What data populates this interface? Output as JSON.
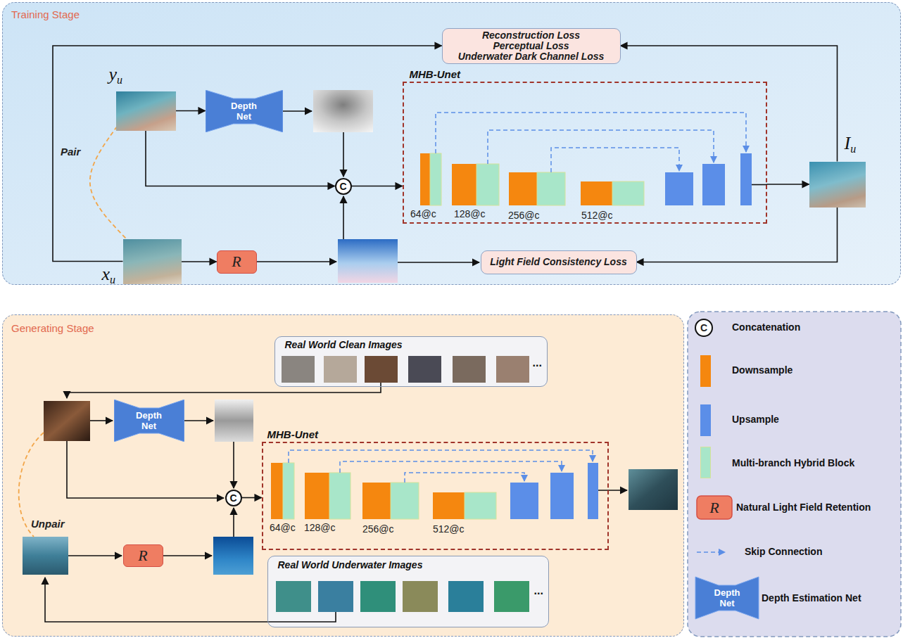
{
  "diagram": {
    "nodes": [
      {
        "text": [
          "Training Stage"
        ]
      },
      {
        "text": [
          "Reconstruction Loss",
          "Perceptual Loss",
          "Underwater Dark Channel Loss"
        ],
        "in": 0
      },
      {
        "text": [
          "yu"
        ],
        "in": 0
      },
      {
        "text": [
          "Depth Net"
        ],
        "in": 0
      },
      {
        "text": [
          "MHB-Unet"
        ],
        "in": 0
      },
      {
        "text": [
          "C"
        ],
        "in": 0
      },
      {
        "text": [
          "Iu"
        ],
        "in": 0
      },
      {
        "text": [
          "xu"
        ],
        "in": 0
      },
      {
        "text": [
          "R"
        ],
        "in": 0
      },
      {
        "text": [
          "Light Field Consistency Loss"
        ],
        "in": 0
      },
      {
        "text": [
          "Generating Stage"
        ]
      },
      {
        "text": [
          "Real World Clean Images",
          "..."
        ],
        "in": 10
      },
      {
        "text": [
          "Depth Net"
        ],
        "in": 10
      },
      {
        "text": [
          "MHB-Unet"
        ],
        "in": 10
      },
      {
        "text": [
          "C"
        ],
        "in": 10
      },
      {
        "text": [
          "R"
        ],
        "in": 10
      },
      {
        "text": [
          "Real World Underwater Images",
          "..."
        ],
        "in": 10
      }
    ],
    "edges": [
      {
        "from": 7,
        "to": 1,
        "arrow": "to"
      },
      {
        "from": 6,
        "to": 1,
        "arrow": "to"
      },
      {
        "from": 2,
        "to": 3,
        "arrow": "to"
      },
      {
        "from": 2,
        "to": 5,
        "arrow": "to"
      },
      {
        "from": 7,
        "to": 8,
        "arrow": "to"
      },
      {
        "from": 5,
        "to": 4,
        "arrow": "to"
      },
      {
        "from": 4,
        "to": 6,
        "arrow": "to"
      },
      {
        "from": 6,
        "to": 9,
        "arrow": "to"
      },
      {
        "from": 2,
        "to": 7,
        "label": "Pair",
        "arrow": "none"
      },
      {
        "from": 14,
        "to": 13,
        "arrow": "to"
      }
    ],
    "labels": [
      "64@c",
      "128@c",
      "256@c",
      "512@c",
      "64@c",
      "128@c",
      "256@c",
      "512@c",
      "Unpair",
      "C",
      "R",
      "Depth Net"
    ],
    "legend": [
      {
        "text": "Concatenation"
      },
      {
        "text": "Downsample",
        "color": "#f5870f"
      },
      {
        "text": "Upsample",
        "color": "#5b8ee8"
      },
      {
        "text": "Multi-branch Hybrid Block",
        "color": "#a8e6c9"
      },
      {
        "text": "Natural Light Field Retention"
      },
      {
        "text": "Skip Connection"
      },
      {
        "text": "Depth Estimation Net"
      }
    ]
  }
}
